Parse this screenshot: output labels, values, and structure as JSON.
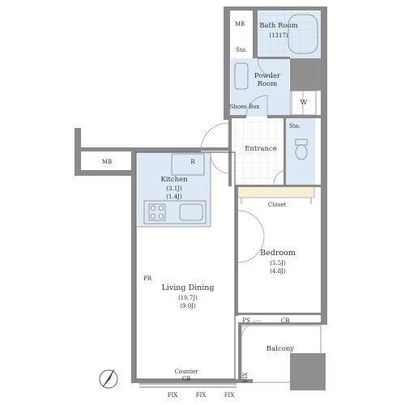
{
  "rooms": {
    "mb_top": "MB",
    "mb_left": "MB",
    "bath": "Bath Room",
    "bath_size": "(1317)",
    "sto_bath": "Sto.",
    "powder_line1": "Powder",
    "powder_line2": "Room",
    "shoes_box": "Shoes Box",
    "washer": "W",
    "sto_entrance": "Sto.",
    "entrance": "Entrance",
    "kitchen": "Kitchen",
    "kitchen_size1": "(3.1J)",
    "kitchen_size2": "(1.4J)",
    "fridge": "R",
    "closet": "Closet",
    "bedroom": "Bedroom",
    "bedroom_size1": "(5.5J)",
    "bedroom_size2": "(4.8J)",
    "living": "Living Dining",
    "living_size1": "(10.7J)",
    "living_size2": "(9.0J)",
    "pr": "PR",
    "ps": "PS",
    "cb_bedroom": "CB",
    "balcony": "Balcony",
    "counter": "Counter",
    "cb_living": "CB",
    "fix_bottom": [
      "FIX",
      "FIX",
      "FIX"
    ],
    "fix_side": "FIX"
  },
  "colors": {
    "wet_area": "#dde9f4",
    "closet": "#f6efd6",
    "wall": "#8a8a8a",
    "tile_grid": "#d8d8d8",
    "shaft": "#8f8f8f"
  }
}
